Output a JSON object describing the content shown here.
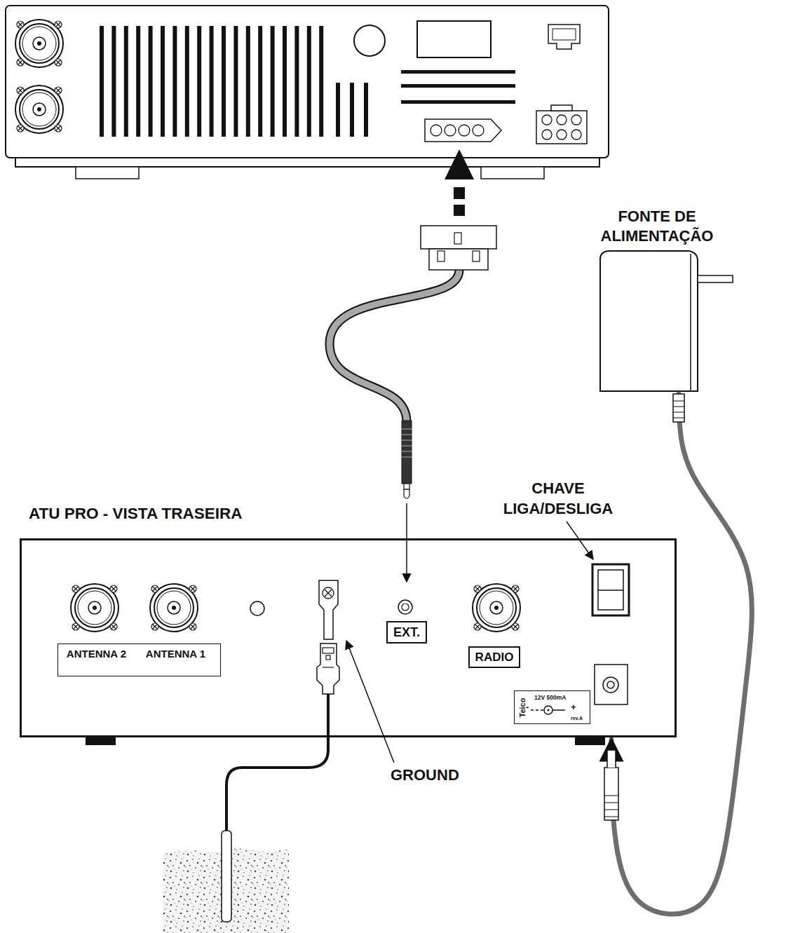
{
  "diagram": {
    "nodes": [
      {
        "text": [
          "ATU PRO - VISTA TRASEIRA"
        ]
      },
      {
        "text": [
          "ANTENNA 2",
          "ANTENNA 1"
        ],
        "in": 0
      },
      {
        "text": [
          "EXT."
        ],
        "in": 0
      },
      {
        "text": [
          "RADIO"
        ],
        "in": 0
      },
      {
        "text": [
          "Teico",
          "12V 500mA",
          "-",
          "+",
          "rev.A"
        ],
        "in": 0
      },
      {
        "text": [
          "FONTE DE ALIMENTAÇÃO"
        ]
      }
    ],
    "edges": [
      {
        "from": 5,
        "to": 0,
        "arrow": "to"
      }
    ],
    "labels": [
      "CHAVE LIGA/DESLIGA",
      "GROUND"
    ]
  }
}
